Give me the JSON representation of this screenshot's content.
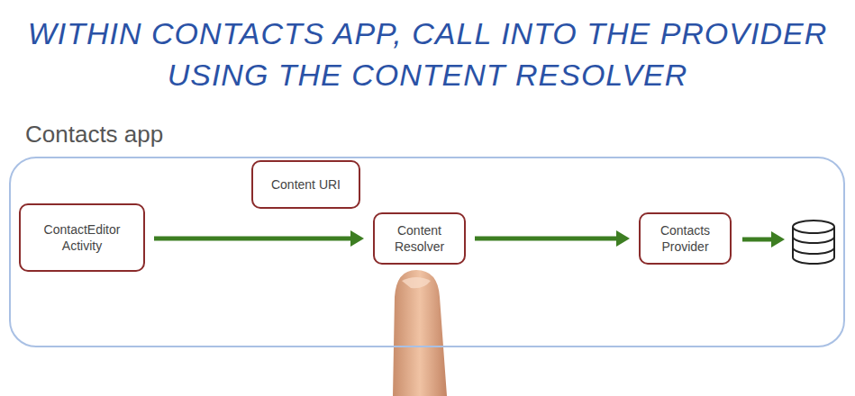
{
  "diagram": {
    "title": "WITHIN CONTACTS APP, CALL INTO THE PROVIDER USING THE CONTENT RESOLVER",
    "nodes": [
      {
        "text": [
          "Contacts app"
        ]
      },
      {
        "text": [
          "ContactEditor Activity"
        ],
        "in": 0
      },
      {
        "text": [
          "Content URI"
        ],
        "in": 0
      },
      {
        "text": [
          "Content Resolver"
        ],
        "in": 0
      },
      {
        "text": [
          "Contacts Provider"
        ],
        "in": 0
      }
    ],
    "edges": [
      {
        "from": 1,
        "to": 3,
        "arrow": "to"
      },
      {
        "from": 3,
        "to": 4,
        "arrow": "to"
      }
    ]
  }
}
